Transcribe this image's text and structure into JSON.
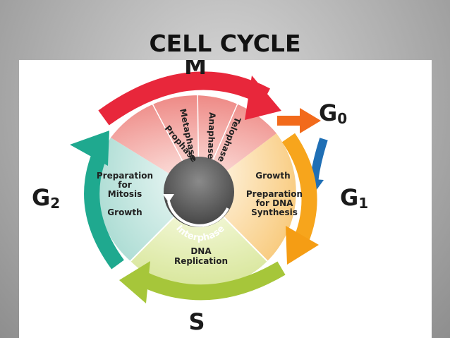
{
  "title": "CELL CYCLE",
  "phases": {
    "m": "M",
    "g0": "G",
    "g0_sub": "0",
    "g1": "G",
    "g1_sub": "1",
    "g2": "G",
    "g2_sub": "2",
    "s": "S"
  },
  "mitosis_stages": [
    "Prophase",
    "Metaphase",
    "Anaphase",
    "Telophase"
  ],
  "g2_text": [
    "Preparation",
    "for",
    "Mitosis",
    "Growth"
  ],
  "g1_text": [
    "Growth",
    "Preparation",
    "for DNA",
    "Synthesis"
  ],
  "s_text": [
    "DNA",
    "Replication"
  ],
  "center_label": "Interphase",
  "colors": {
    "m_arrow": "#e8273b",
    "g0_arrow": "#f26a1b",
    "g0_return": "#1f6fb5",
    "g1_arrow": "#f7a51c",
    "s_arrow": "#a6c63a",
    "g2_arrow": "#1fa98f",
    "mitosis_sector": "#f2a3a0",
    "g1_sector": "#fde3b4",
    "s_sector": "#e7efb9",
    "g2_sector": "#cfe9e4",
    "center_disc": "#555555"
  }
}
